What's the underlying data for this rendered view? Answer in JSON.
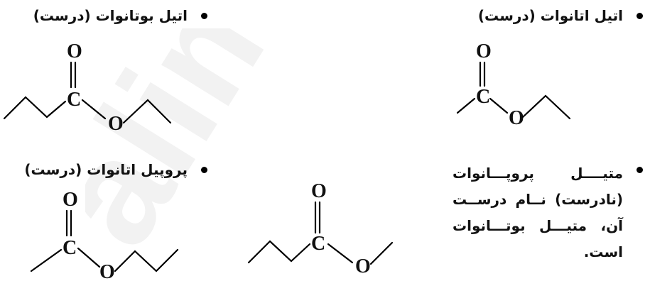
{
  "items": [
    {
      "label": "اتیل اتانوات (درست)"
    },
    {
      "label": "اتیل بوتانوات (درست)"
    },
    {
      "label": "پروپیل اتانوات (درست)"
    },
    {
      "label": "متیــــل پروپـــانوات (نادرست) نــام درســت آن، متیـــل بوتـــانوات است."
    }
  ],
  "atoms": {
    "oxygen": "O",
    "carbon": "C"
  },
  "watermark": "alimi"
}
